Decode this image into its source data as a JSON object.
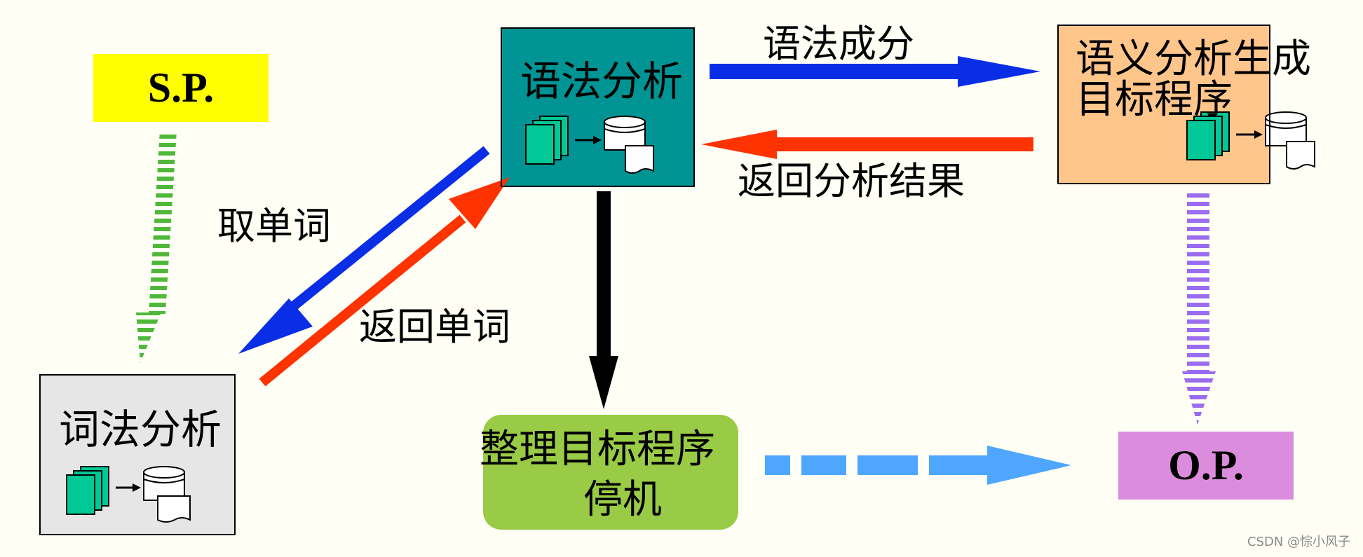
{
  "nodes": {
    "source_program": "S.P.",
    "syntax_analysis": "语法分析",
    "semantic_analysis_line1": "语义分析生成",
    "semantic_analysis_line2": "目标程序",
    "lexical_analysis": "词法分析",
    "organize_line1": "整理目标程序",
    "organize_line2": "停机",
    "output_program": "O.P."
  },
  "edges": {
    "syntax_component": "语法成分",
    "return_analysis_result": "返回分析结果",
    "get_word": "取单词",
    "return_word": "返回单词"
  },
  "watermark": "CSDN @悰小风子",
  "colors": {
    "blue_arrow": "#0a2ee6",
    "red_arrow": "#ff3300",
    "green_dashed": "#4fb83a",
    "purple_dashed": "#9a6cf0",
    "lightblue_dashed": "#4ea6ff",
    "sp_fill": "#ffff00",
    "syntax_fill": "#009494",
    "semantic_fill": "#ffc68c",
    "lexical_fill": "#e6e6e6",
    "organize_fill": "#9acb46",
    "op_fill": "#dc8cdc"
  }
}
